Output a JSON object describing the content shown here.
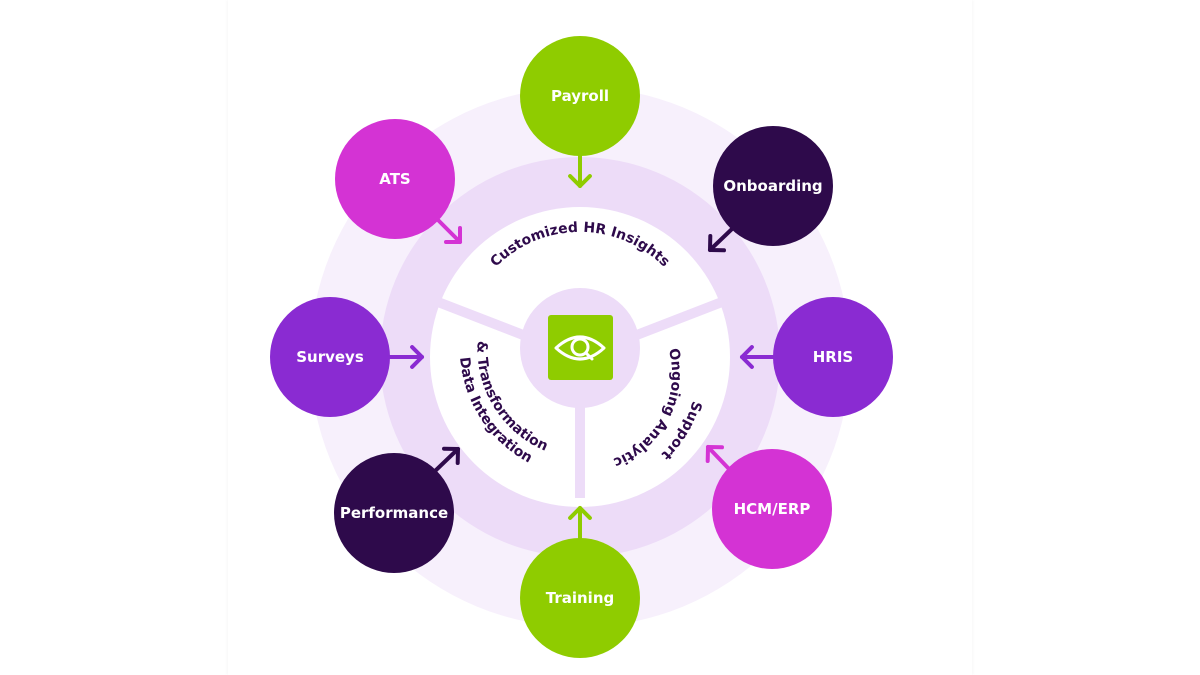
{
  "center": {
    "icon": "eye-search-icon",
    "segments": [
      {
        "lines": [
          "Customized HR Insights"
        ]
      },
      {
        "lines": [
          "Ongoing Analytics",
          "Support"
        ]
      },
      {
        "lines": [
          "Data Integration",
          "& Transformation"
        ]
      }
    ]
  },
  "nodes": [
    {
      "label": "Payroll",
      "color": "#8fcc00"
    },
    {
      "label": "Onboarding",
      "color": "#2e0a4b"
    },
    {
      "label": "HRIS",
      "color": "#8a2bd2"
    },
    {
      "label": "HCM/ERP",
      "color": "#d433d4"
    },
    {
      "label": "Training",
      "color": "#8fcc00"
    },
    {
      "label": "Performance",
      "color": "#2e0a4b"
    },
    {
      "label": "Surveys",
      "color": "#8a2bd2"
    },
    {
      "label": "ATS",
      "color": "#d433d4"
    }
  ],
  "colors": {
    "outer_ring": "#f7f0fc",
    "middle_ring": "#eddcf8",
    "inner_disc": "#ffffff",
    "hub": "#eddcf8",
    "icon_bg": "#8fcc00",
    "text_dark": "#2e0a4b"
  }
}
